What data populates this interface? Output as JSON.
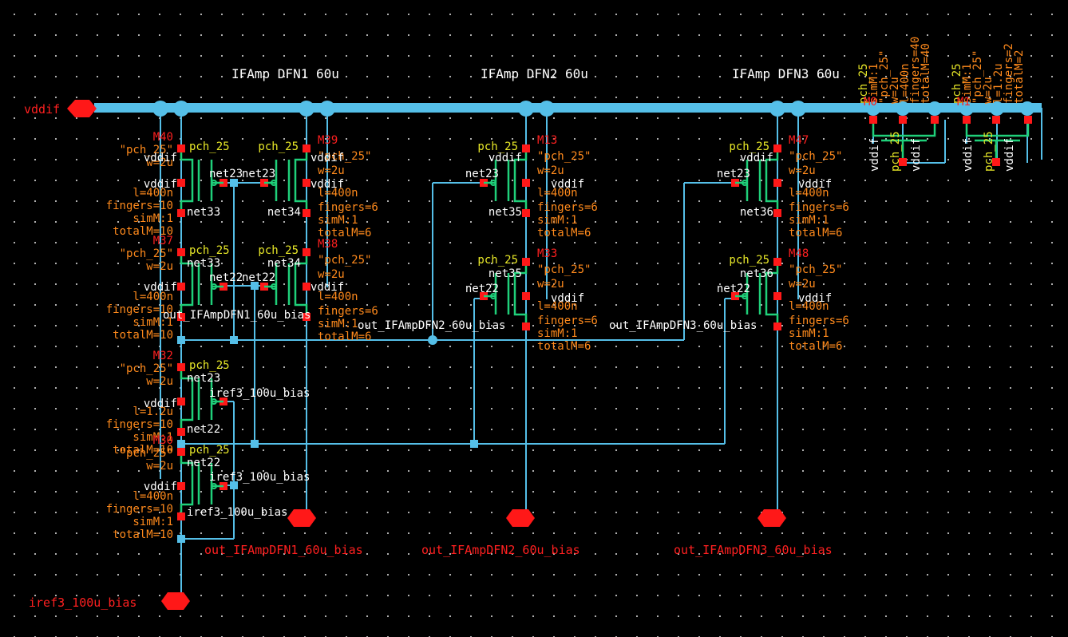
{
  "titles": [
    "IFAmp DFN1 60u",
    "IFAmp DFN2 60u",
    "IFAmp DFN3 60u"
  ],
  "pins": {
    "vdd": "vddif",
    "iref": "iref3_100u_bias",
    "out1": "out_IFAmpDFN1_60u_bias",
    "out2": "out_IFAmpDFN2_60u_bias",
    "out3": "out_IFAmpDFN3_60u_bias"
  },
  "transistors": [
    {
      "name": "M40",
      "cell": "\"pch_25\"",
      "w": "w=2u",
      "l": "l=400n",
      "fingers": "fingers=10",
      "simM": "simM:1",
      "totalM": "totalM=10",
      "model": "pch_25"
    },
    {
      "name": "M39",
      "cell": "\"pch_25\"",
      "w": "w=2u",
      "l": "l=400n",
      "fingers": "fingers=6",
      "simM": "simM:1",
      "totalM": "totalM=6",
      "model": "pch_25"
    },
    {
      "name": "M37",
      "cell": "\"pch_25\"",
      "w": "w=2u",
      "l": "l=400n",
      "fingers": "fingers=10",
      "simM": "simM:1",
      "totalM": "totalM=10",
      "model": "pch_25"
    },
    {
      "name": "M38",
      "cell": "\"pch_25\"",
      "w": "w=2u",
      "l": "l=400n",
      "fingers": "fingers=6",
      "simM": "simM:1",
      "totalM": "totalM=6",
      "model": "pch_25"
    },
    {
      "name": "M32",
      "cell": "\"pch_25\"",
      "w": "w=2u",
      "l": "l=1.2u",
      "fingers": "fingers=10",
      "simM": "simM:1",
      "totalM": "totalM=10",
      "model": "pch_25"
    },
    {
      "name": "M30",
      "cell": "\"pch_25\"",
      "w": "w=2u",
      "l": "l=400n",
      "fingers": "fingers=10",
      "simM": "simM:1",
      "totalM": "totalM=10",
      "model": "pch_25"
    },
    {
      "name": "M13",
      "cell": "\"pch_25\"",
      "w": "w=2u",
      "l": "l=400n",
      "fingers": "fingers=6",
      "simM": "simM:1",
      "totalM": "totalM=6",
      "model": "pch_25"
    },
    {
      "name": "M33",
      "cell": "\"pch_25\"",
      "w": "w=2u",
      "l": "l=400n",
      "fingers": "fingers=6",
      "simM": "simM:1",
      "totalM": "totalM=6",
      "model": "pch_25"
    },
    {
      "name": "M47",
      "cell": "\"pch_25\"",
      "w": "w=2u",
      "l": "l=400n",
      "fingers": "fingers=6",
      "simM": "simM:1",
      "totalM": "totalM=6",
      "model": "pch_25"
    },
    {
      "name": "M48",
      "cell": "\"pch_25\"",
      "w": "w=2u",
      "l": "l=400n",
      "fingers": "fingers=6",
      "simM": "simM:1",
      "totalM": "totalM=6",
      "model": "pch_25"
    },
    {
      "name": "M0",
      "cell": "\"pch_25\"",
      "w": "w=2u",
      "l": "l=400n",
      "fingers": "fingers=40",
      "simM": "simM:1",
      "totalM": "totalM=40",
      "model": "pch_25"
    },
    {
      "name": "M1",
      "cell": "\"pch_25\"",
      "w": "w=2u",
      "l": "l=1.2u",
      "fingers": "fingers=2",
      "simM": "simM:1",
      "totalM": "totalM=2",
      "model": "pch_25"
    }
  ],
  "nets": {
    "vdd": "vddif",
    "n23": "net23",
    "n22": "net22",
    "n33": "net33",
    "n34": "net34",
    "n35": "net35",
    "n36": "net36",
    "iref": "iref3_100u_bias",
    "out1": "out_IFAmpDFN1_60u_bias",
    "out2": "out_IFAmpDFN2_60u_bias",
    "out3": "out_IFAmpDFN3_60u_bias"
  },
  "colors": {
    "background": "#000000",
    "wire": "#55bfe8",
    "device": "#1fd07a",
    "pin": "#ff1818",
    "instance_name": "#ff3030",
    "param": "#ff8a1c",
    "model": "#e8e828",
    "net_label": "#ffffff",
    "grid": "#c8c8c8"
  }
}
